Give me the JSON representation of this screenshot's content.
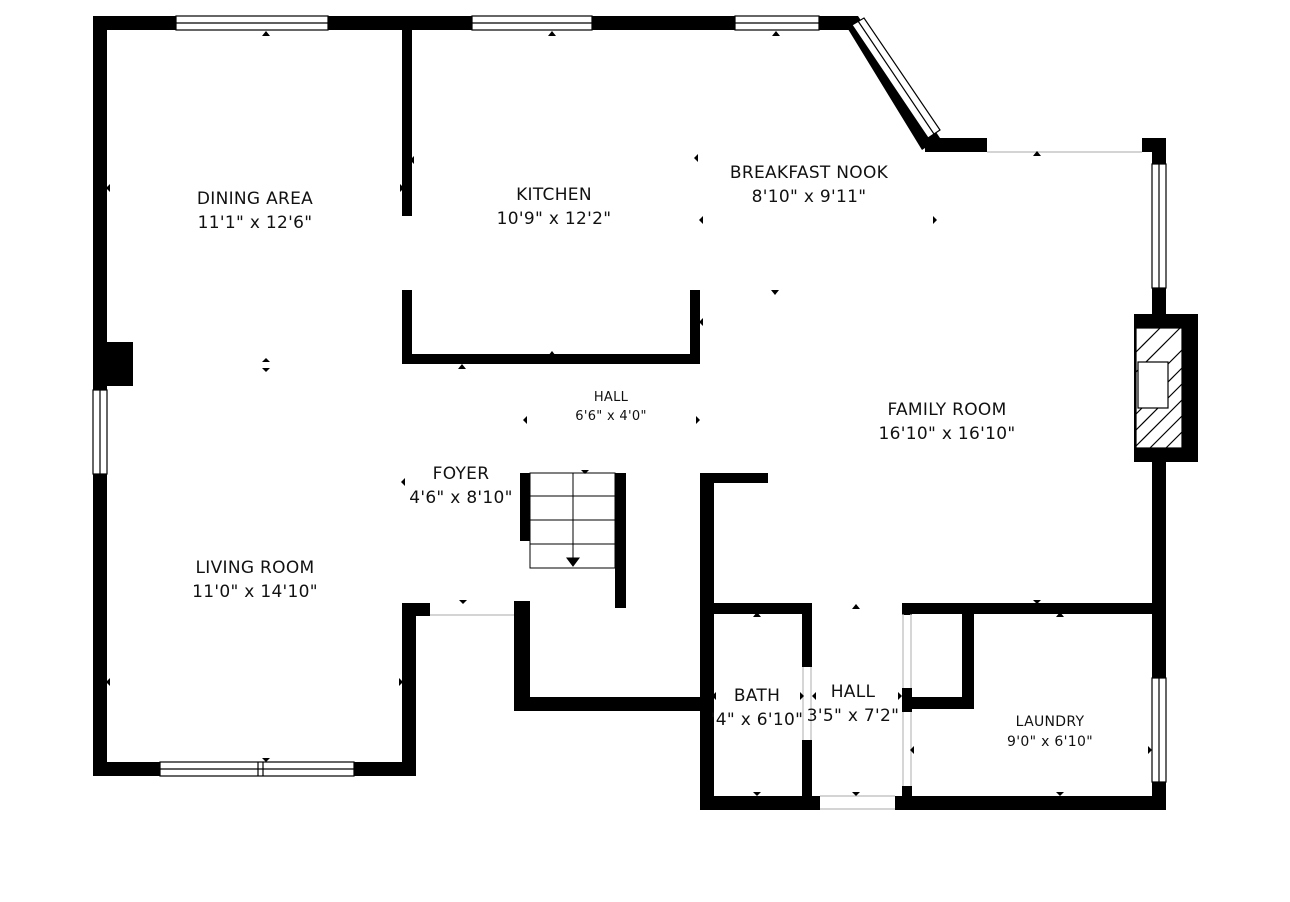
{
  "rooms": {
    "dining_area": {
      "name": "DINING AREA",
      "dims": "11'1\" x 12'6\""
    },
    "kitchen": {
      "name": "KITCHEN",
      "dims": "10'9\" x 12'2\""
    },
    "breakfast_nook": {
      "name": "BREAKFAST NOOK",
      "dims": "8'10\" x 9'11\""
    },
    "hall_upper": {
      "name": "HALL",
      "dims": "6'6\" x 4'0\""
    },
    "family_room": {
      "name": "FAMILY ROOM",
      "dims": "16'10\" x 16'10\""
    },
    "foyer": {
      "name": "FOYER",
      "dims": "4'6\" x 8'10\""
    },
    "living_room": {
      "name": "LIVING ROOM",
      "dims": "11'0\" x 14'10\""
    },
    "bath": {
      "name": "BATH",
      "dims": "'4\" x 6'10\""
    },
    "hall_lower": {
      "name": "HALL",
      "dims": "3'5\" x 7'2\""
    },
    "laundry": {
      "name": "LAUNDRY",
      "dims": "9'0\" x 6'10\""
    }
  },
  "colors": {
    "wall": "#000000",
    "window": "#ffffff",
    "hatch": "#000000",
    "background": "#ffffff"
  }
}
